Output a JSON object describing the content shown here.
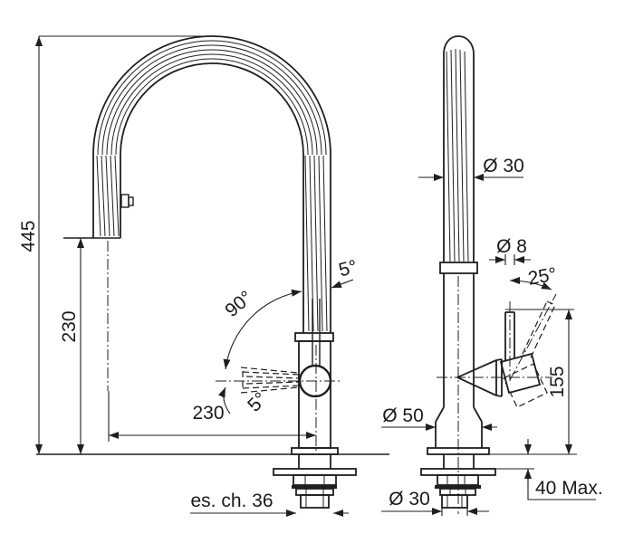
{
  "drawing": {
    "type": "technical-dimension-drawing",
    "subject": "kitchen pull-out faucet, two orthographic views",
    "colors": {
      "line": "#1f1f1f",
      "background": "#ffffff"
    },
    "front_view": {
      "overall_height": "445",
      "spout_outlet_height": "230",
      "spout_reach": "230",
      "handle_swivel_angle": "90°",
      "spout_tilt_angle": "5°",
      "handle_tilt_angle": "5°",
      "hex_wrench": "es. ch. 36"
    },
    "side_view": {
      "spout_tube_diameter": "Ø 30",
      "lever_rod_diameter": "Ø 8",
      "lever_tilt_angle": "25°",
      "lever_top_height": "155",
      "body_base_diameter": "Ø 50",
      "mounting_shank_diameter": "Ø 30",
      "max_worktop_thickness": "40 Max."
    }
  }
}
